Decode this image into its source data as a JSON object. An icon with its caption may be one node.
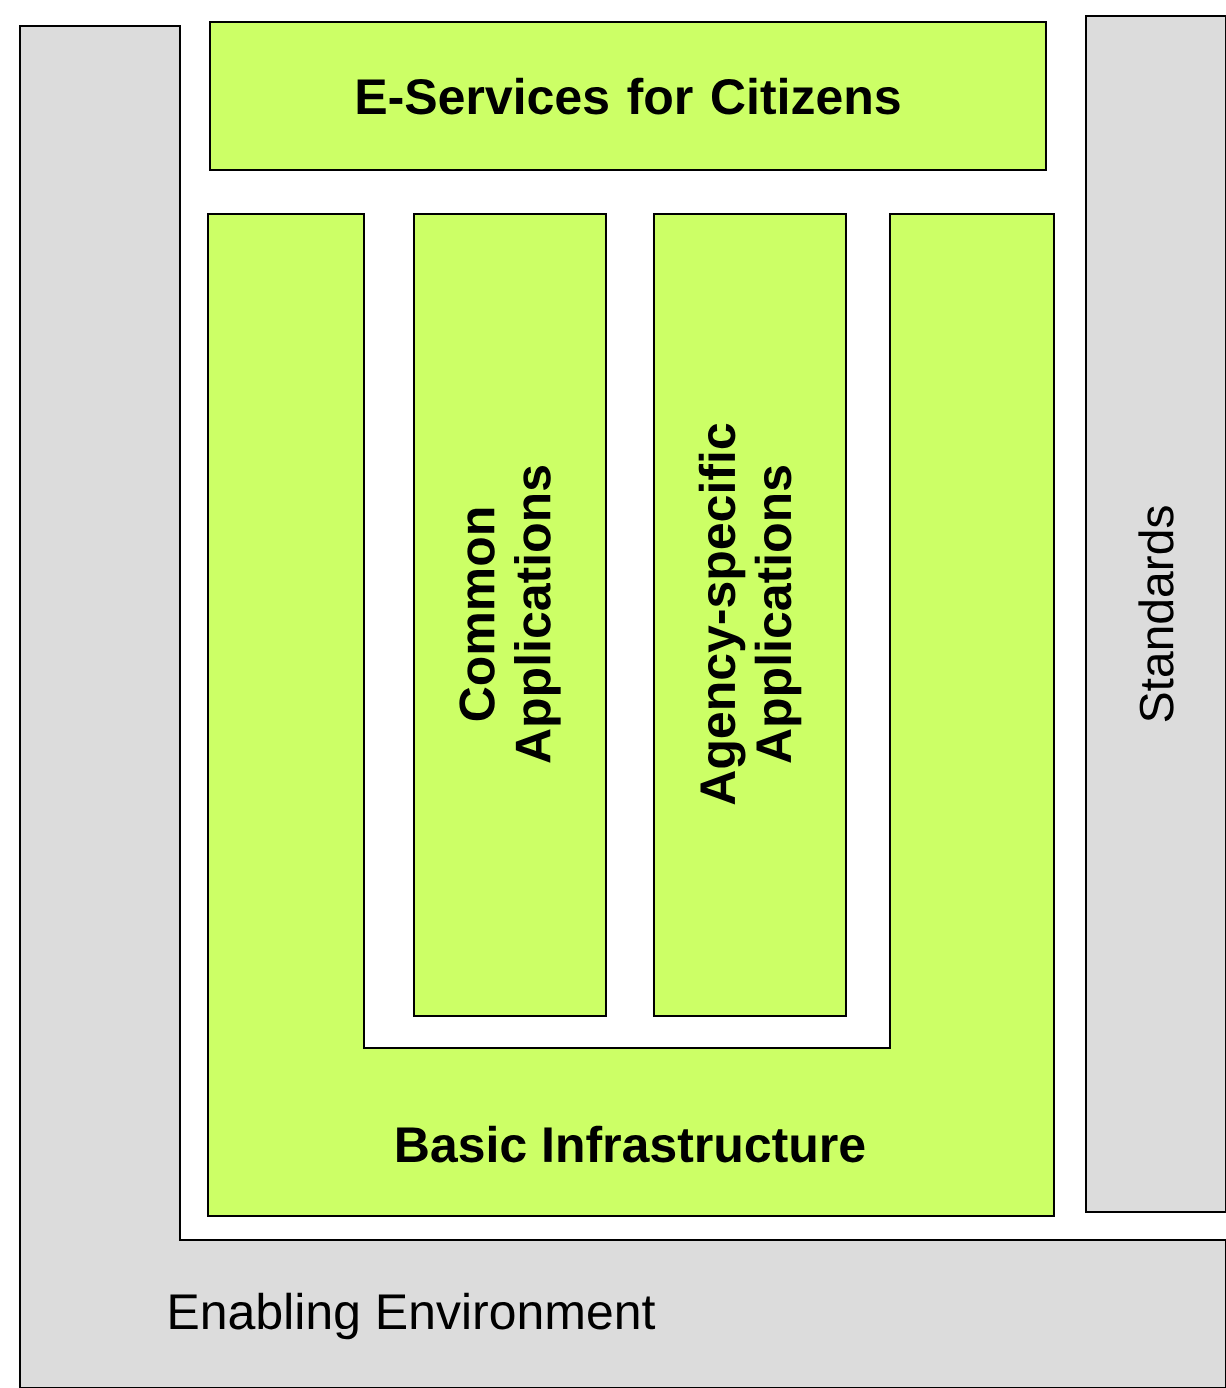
{
  "diagram": {
    "nodes": [
      {
        "text": [
          "Enabling Environment"
        ]
      },
      {
        "text": [
          "E-Services for Citizens"
        ]
      },
      {
        "text": [
          "Basic Infrastructure"
        ]
      },
      {
        "text": [
          "Common Applications"
        ]
      },
      {
        "text": [
          "Agency-specific Applications"
        ]
      },
      {
        "text": [
          "Standards"
        ]
      }
    ]
  }
}
